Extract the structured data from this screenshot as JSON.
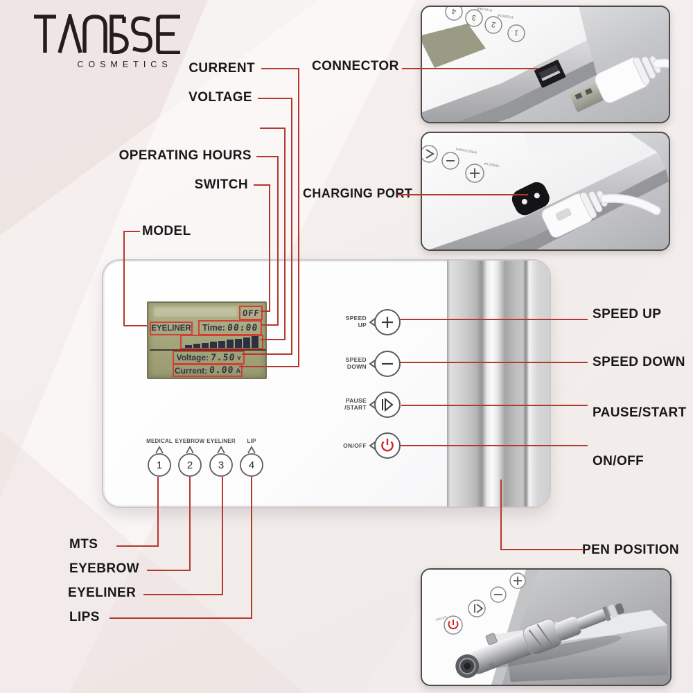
{
  "brand": {
    "name": "TANGSE",
    "tagline": "COSMETICS"
  },
  "callouts": {
    "current": "CURRENT",
    "voltage": "VOLTAGE",
    "operating_hours": "OPERATING HOURS",
    "switch": "SWITCH",
    "model": "MODEL",
    "connector": "CONNECTOR",
    "charging_port": "CHARGING PORT",
    "speed_up": "SPEED UP",
    "speed_down": "SPEED DOWN",
    "pause_start": "PAUSE/START",
    "on_off": "ON/OFF",
    "pen_position": "PEN POSITION",
    "mts": "MTS",
    "eyebrow": "EYEBROW",
    "eyeliner": "EYELINER",
    "lips": "LIPS"
  },
  "lcd": {
    "status": "OFF",
    "mode": "EYELINER",
    "time_label": "Time:",
    "time_value": "00:00",
    "voltage_label": "Voltage:",
    "voltage_value": "7.50",
    "voltage_unit": "v",
    "current_label": "Current:",
    "current_value": "0.00",
    "current_unit": "A",
    "level_bars": 9
  },
  "panel_buttons": {
    "speed_up": {
      "line1": "SPEED",
      "line2": "UP"
    },
    "speed_down": {
      "line1": "SPEED",
      "line2": "DOWN"
    },
    "pause_start": {
      "line1": "PAUSE",
      "line2": "/START"
    },
    "on_off": {
      "line1": "ON/OFF"
    }
  },
  "mode_buttons": [
    {
      "num": "1",
      "label": "MEDICAL"
    },
    {
      "num": "2",
      "label": "EYEBROW"
    },
    {
      "num": "3",
      "label": "EYELINER"
    },
    {
      "num": "4",
      "label": "LIP"
    }
  ],
  "inset_numbers": [
    "4",
    "3",
    "2",
    "1"
  ],
  "colors": {
    "leader_line_red": "#b5372e",
    "annotation_box_red": "#d04038",
    "power_icon_red": "#c62828",
    "lcd_background": "#a3a479",
    "lcd_text": "#2f3147"
  }
}
